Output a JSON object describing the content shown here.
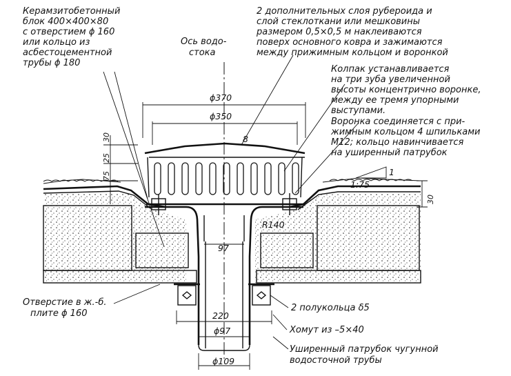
{
  "labels": {
    "block_note": [
      "Керамзитобетонный",
      "блок 400×400×80",
      "с отверстием ϕ 160",
      "или   кольцо из",
      "асбестоцементной",
      "трубы ϕ 180"
    ],
    "axis_note": [
      "Ось водо-",
      "стока"
    ],
    "layers_note": [
      "2 дополнительных слоя рубероида и",
      "слой стеклоткани или мешковины",
      "размером 0,5×0,5 м наклеиваются",
      "поверх основного ковра и зажимаются",
      "между прижимным кольцом и воронкой"
    ],
    "cap_note": [
      "Колпак устанавливается",
      "на три зуба увеличенной",
      "высоты концентрично воронке,",
      "между ее тремя упорными",
      "выступами."
    ],
    "funnel_note": [
      "Воронка соединяется с при-",
      "жимным кольцом 4 шпильками",
      "М12; кольцо навинчивается",
      "на уширенный патрубок"
    ],
    "slab_hole_note": [
      "Отверстие в ж.-б.",
      "плите ϕ 160"
    ],
    "half_rings_note": "2 полукольца δ5",
    "clamp_note": "Хомут из –5×40",
    "pipe_note": [
      "Уширенный патрубок чугунной",
      "водосточной трубы"
    ]
  },
  "dimensions": {
    "d370": "ϕ370",
    "d350": "ϕ350",
    "d97_top": "97",
    "d220": "220",
    "d97_pipe": "ϕ97",
    "d109": "ϕ109",
    "r140": "R140",
    "slope": "1:75",
    "slope_1": "1",
    "t8": "8",
    "h30_right": "30",
    "h25": "25",
    "h30_left": "30",
    "h75": "75"
  }
}
